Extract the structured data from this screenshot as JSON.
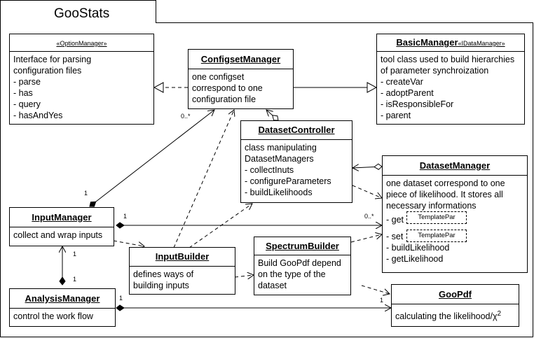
{
  "title": "GooStats",
  "option_manager": {
    "stereotype": "«OptionManager»",
    "lines": [
      "Interface for parsing",
      "configuration files",
      "- parse",
      "- has",
      "- query",
      "- hasAndYes"
    ]
  },
  "configset_manager": {
    "name": "ConfigsetManager",
    "lines": [
      "one configset",
      "correspond to one",
      "configuration file"
    ]
  },
  "basic_manager": {
    "name": "BasicManager",
    "stereotype": "«IDataManager»",
    "lines": [
      "tool class used to build hierarchies",
      "of parameter synchroization",
      "- createVar",
      "- adoptParent",
      "- isResponsibleFor",
      "- parent"
    ]
  },
  "dataset_controller": {
    "name": "DatasetController",
    "lines": [
      "class manipulating",
      "DatasetManagers",
      "- collectInuts",
      "- configureParameters",
      "- buildLikelihoods"
    ]
  },
  "dataset_manager": {
    "name": "DatasetManager",
    "lines": [
      "one dataset correspond to one",
      "piece of likelihood. It stores all",
      "necessary informations"
    ],
    "get_label": "- get",
    "set_label": "- set",
    "template_param": "TemplatePar",
    "more_lines": [
      "- buildLikelihood",
      "- getLikelihood"
    ]
  },
  "input_manager": {
    "name": "InputManager",
    "lines": [
      "collect and wrap inputs"
    ]
  },
  "input_builder": {
    "name": "InputBuilder",
    "lines": [
      "defines ways of",
      "building inputs"
    ]
  },
  "spectrum_builder": {
    "name": "SpectrumBuilder",
    "lines": [
      "Build GooPdf depend",
      "on the type of the",
      "dataset"
    ]
  },
  "analysis_manager": {
    "name": "AnalysisManager",
    "lines": [
      "control the work flow"
    ]
  },
  "goo_pdf": {
    "name": "GooPdf",
    "line": "calculating the likelihood/χ",
    "sup": "2"
  },
  "multiplicity": {
    "cfg_many": "0..*",
    "im_to_cfg": "1",
    "im_to_ds": "1",
    "ds_many": "0..*",
    "im_to_am": "1",
    "am_to_im": "1",
    "am_to_pdf": "1",
    "pdf_from_am": "1"
  }
}
